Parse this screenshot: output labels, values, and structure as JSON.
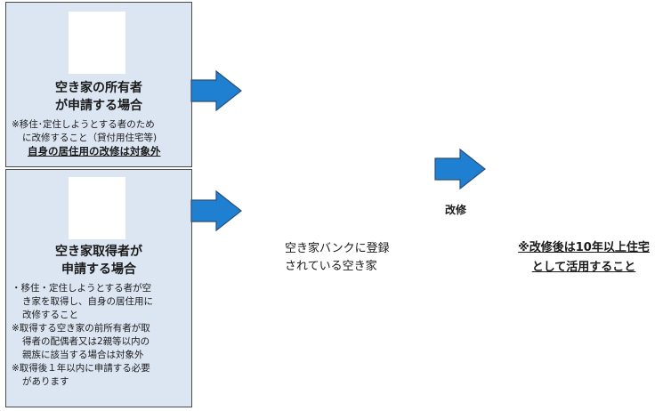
{
  "panels": {
    "owner": {
      "title_line1": "空き家の所有者",
      "title_line2": "が申請する場合",
      "note_line1": "※移住･定住しようとする者のため",
      "note_line2": "に改修すること（貸付用住宅等)",
      "highlight": "自身の居住用の改修は対象外"
    },
    "acquirer": {
      "title_line1": "空き家取得者が",
      "title_line2": "申請する場合",
      "notes": [
        "・移住・定住しようとする者が空",
        "き家を取得し、自身の居住用に",
        "改修すること",
        "※取得する空き家の前所有者が取",
        "得者の配偶者又は2親等以内の",
        "親族に該当する場合は対象外",
        "※取得後１年以内に申請する必要",
        "があります"
      ]
    }
  },
  "akiya_bank": {
    "line1": "空き家バンクに登録",
    "line2": "されている空き家"
  },
  "modify_label": "改修",
  "result": {
    "line1": "※改修後は10年以上住宅",
    "line2": "として活用すること"
  },
  "colors": {
    "panel_fill": "#dce6f3",
    "arrow_fill": "#1f7fd1",
    "arrow_stroke": "#2a4f7a"
  }
}
